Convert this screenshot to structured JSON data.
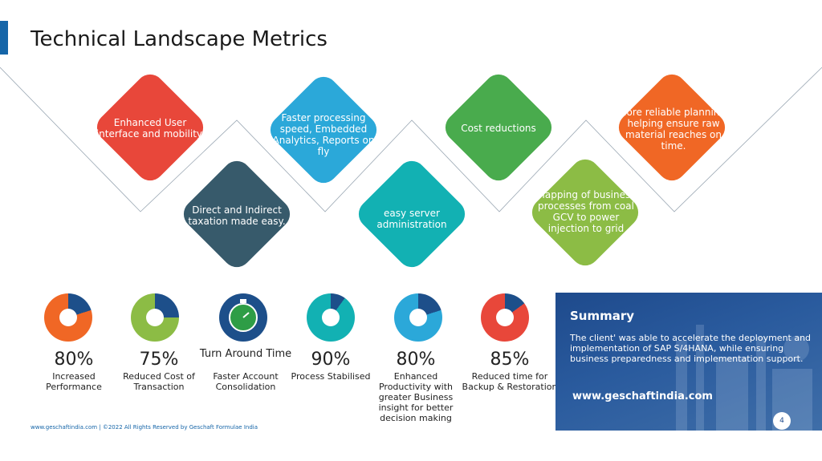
{
  "title": "Technical Landscape Metrics",
  "diamonds": [
    {
      "label": "Enhanced User interface and mobility.",
      "color": "#e8473a"
    },
    {
      "label": "Direct and Indirect taxation made easy.",
      "color": "#375a6b"
    },
    {
      "label": "Faster processing speed, Embedded Analytics, Reports on fly",
      "color": "#2ba8d9"
    },
    {
      "label": "easy server administration",
      "color": "#12b1b3"
    },
    {
      "label": "Cost reductions",
      "color": "#49ab4d"
    },
    {
      "label": "Mapping of business processes from coal GCV to power injection to grid",
      "color": "#8cbc45"
    },
    {
      "label": "More reliable planning, helping ensure raw material reaches on time.",
      "color": "#f06725"
    }
  ],
  "metrics": [
    {
      "value": "80%",
      "percent": 80,
      "label": "Increased Performance",
      "color": "#f06725",
      "rest": "#1d4f8a"
    },
    {
      "value": "75%",
      "percent": 75,
      "label": "Reduced Cost of Transaction",
      "color": "#8cbc45",
      "rest": "#1d4f8a"
    },
    {
      "value": "Turn Around Time",
      "label": "Faster Account Consolidation",
      "icon": "stopwatch-icon"
    },
    {
      "value": "90%",
      "percent": 90,
      "label": "Process Stabilised",
      "color": "#12b1b3",
      "rest": "#1d4f8a"
    },
    {
      "value": "80%",
      "percent": 80,
      "label": "Enhanced Productivity with greater Business insight for better decision making",
      "color": "#2ba8d9",
      "rest": "#1d4f8a"
    },
    {
      "value": "85%",
      "percent": 85,
      "label": "Reduced time for Backup & Restoration",
      "color": "#e8473a",
      "rest": "#1d4f8a"
    }
  ],
  "summary": {
    "heading": "Summary",
    "text": "The client' was able to accelerate the deployment and implementation of SAP S/4HANA, while ensuring business preparedness and implementation support.",
    "url": "www.geschaftindia.com"
  },
  "page_number": "4",
  "footer": "www.geschaftindia.com | ©2022 All Rights Reserved by Geschaft Formulae India"
}
